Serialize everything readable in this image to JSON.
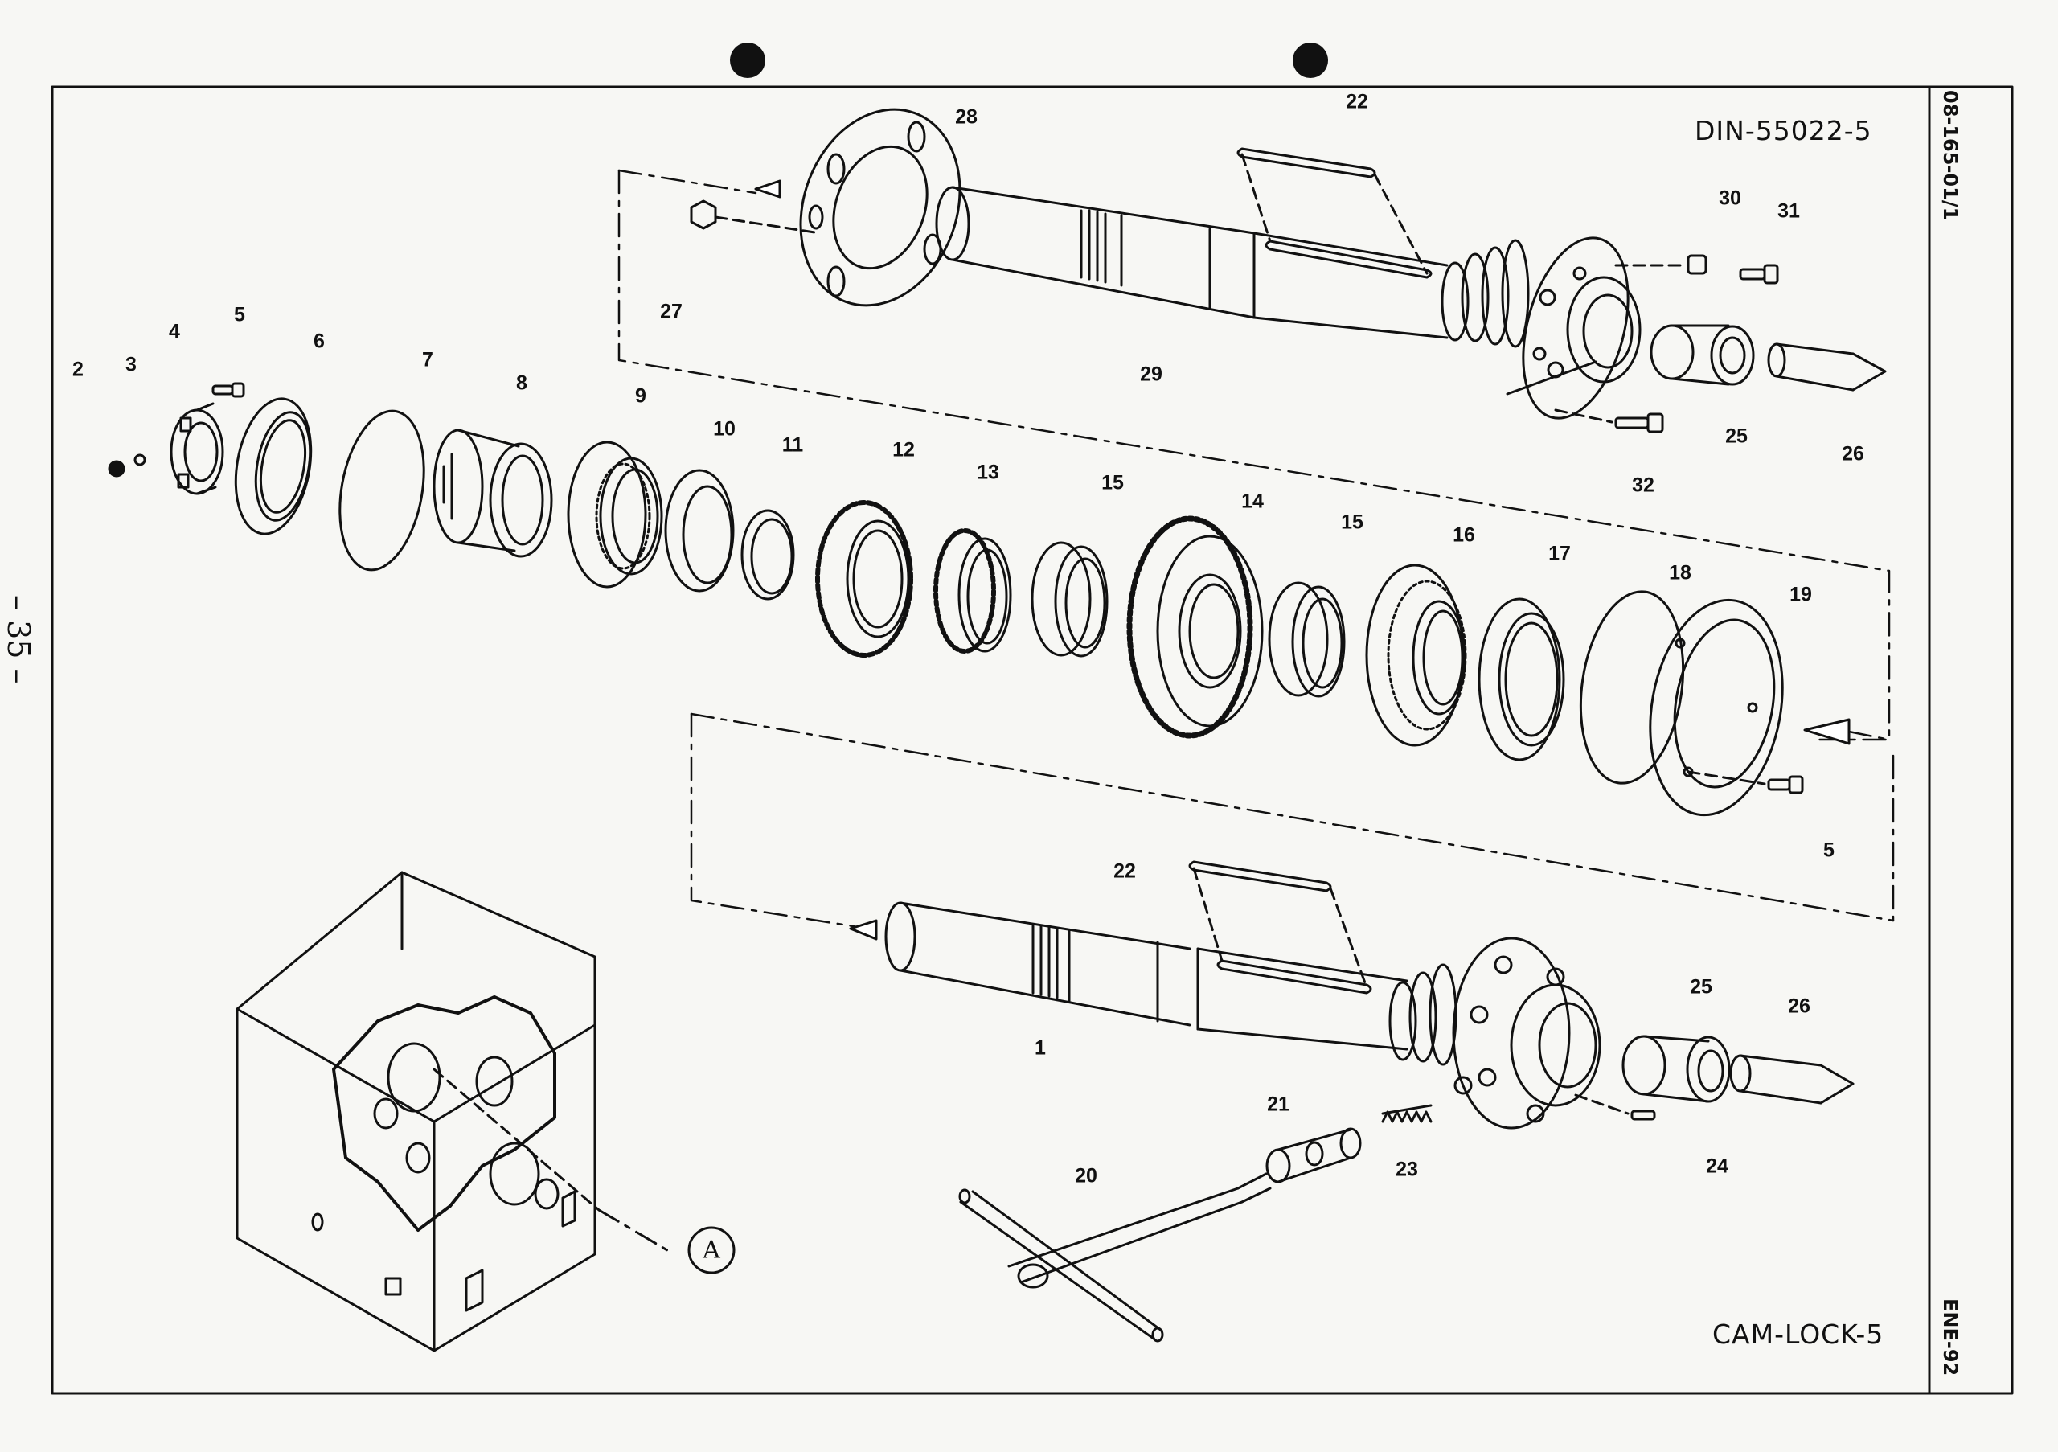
{
  "page": {
    "page_number": "– 35 –",
    "drawing_code": "08-165-01/1",
    "title_top": "DIN-55022-5",
    "title_bottom": "CAM-LOCK-5",
    "side_code_bottom": "ENE-92",
    "detail_callout": "A"
  },
  "labels": {
    "l1": "1",
    "l2": "2",
    "l3": "3",
    "l4": "4",
    "l5a": "5",
    "l5b": "5",
    "l6": "6",
    "l7": "7",
    "l8": "8",
    "l9": "9",
    "l10": "10",
    "l11": "11",
    "l12": "12",
    "l13": "13",
    "l14": "14",
    "l15a": "15",
    "l15b": "15",
    "l16": "16",
    "l17": "17",
    "l18": "18",
    "l19": "19",
    "l20": "20",
    "l21": "21",
    "l22a": "22",
    "l22b": "22",
    "l23": "23",
    "l24": "24",
    "l25a": "25",
    "l25b": "25",
    "l26a": "26",
    "l26b": "26",
    "l27": "27",
    "l28": "28",
    "l29": "29",
    "l30": "30",
    "l31": "31",
    "l32": "32"
  },
  "icons": {
    "punch_hole_left": "binder-hole-icon",
    "punch_hole_right": "binder-hole-icon"
  }
}
